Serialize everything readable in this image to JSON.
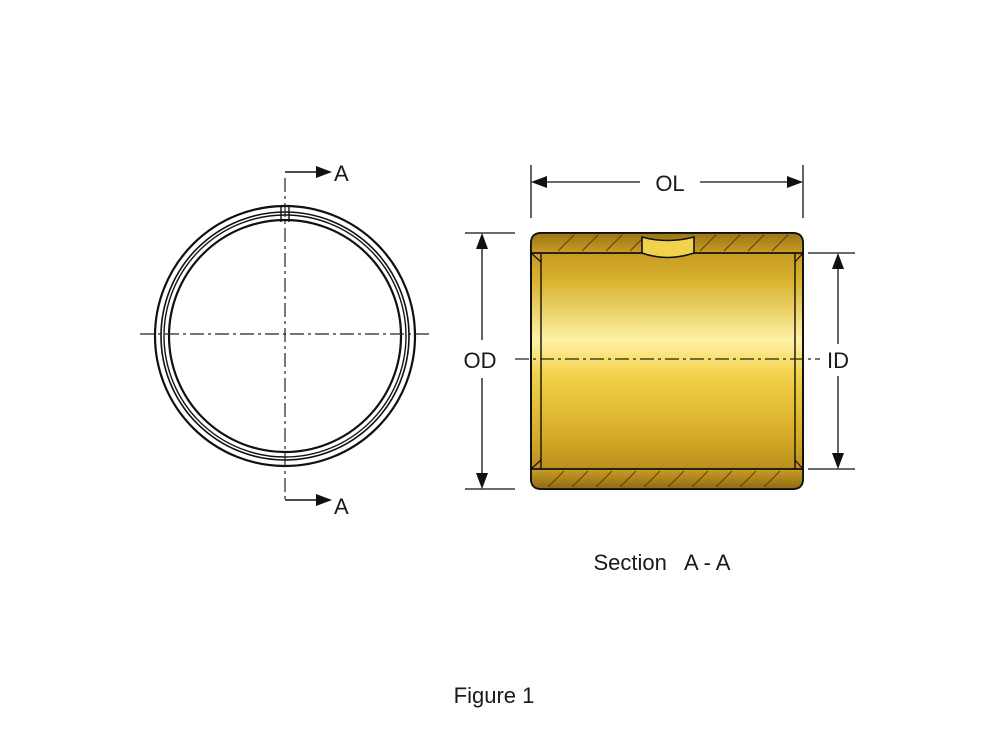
{
  "end_view": {
    "section_marker_top": "A",
    "section_marker_bottom": "A"
  },
  "section_view": {
    "dimension_ol": "OL",
    "dimension_od": "OD",
    "dimension_id": "ID",
    "caption": "Section   A - A"
  },
  "figure_caption": "Figure 1",
  "colors": {
    "bronze_light": "#fff0a0",
    "bronze_mid": "#e6c234",
    "bronze_dark": "#a87c18",
    "outline": "#111111"
  }
}
